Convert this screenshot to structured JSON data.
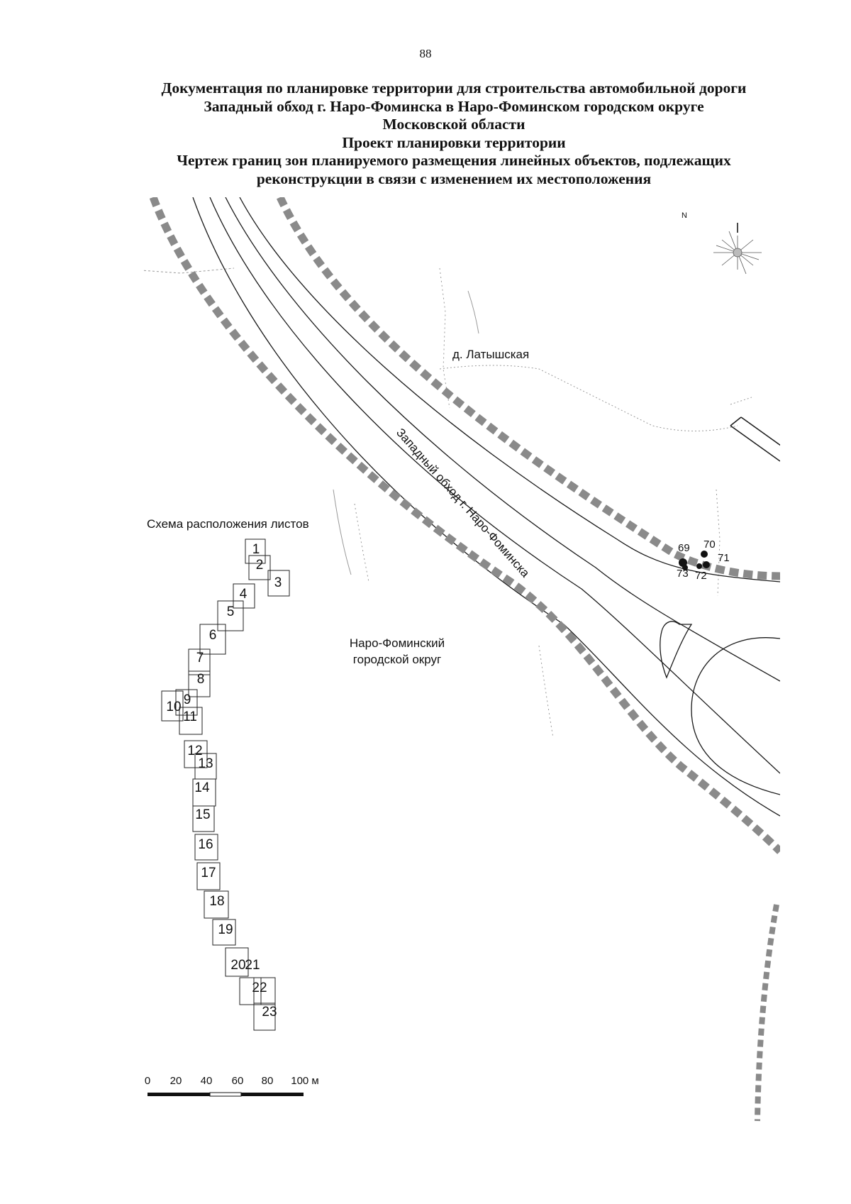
{
  "page": {
    "number": "88"
  },
  "title": {
    "lines": [
      "Документация по планировке территории для строительства автомобильной дороги",
      "Западный обход г. Наро-Фоминска в Наро-Фоминском городском округе",
      "Московской области",
      "Проект планировки территории",
      "Чертеж границ зон планируемого размещения линейных объектов, подлежащих",
      "реконструкции в связи с изменением их местоположения"
    ]
  },
  "map": {
    "north_label": "N",
    "settlement_label": "д. Латышская",
    "road_label": "Западный обход г. Наро-Фоминска",
    "district_label_line1": "Наро-Фоминский",
    "district_label_line2": "городской округ",
    "points": [
      "69",
      "70",
      "71",
      "72",
      "73"
    ],
    "colors": {
      "boundary": "#8a8a8a",
      "line": "#1a1a1a",
      "faint": "#9a9a9a"
    }
  },
  "sheet_layout": {
    "title": "Схема расположения листов",
    "sheets": [
      "1",
      "2",
      "3",
      "4",
      "5",
      "6",
      "7",
      "8",
      "9",
      "10",
      "11",
      "12",
      "13",
      "14",
      "15",
      "16",
      "17",
      "18",
      "19",
      "20",
      "21",
      "22",
      "23"
    ]
  },
  "scale_bar": {
    "labels": [
      "0",
      "20",
      "40",
      "60",
      "80",
      "100 м"
    ]
  }
}
